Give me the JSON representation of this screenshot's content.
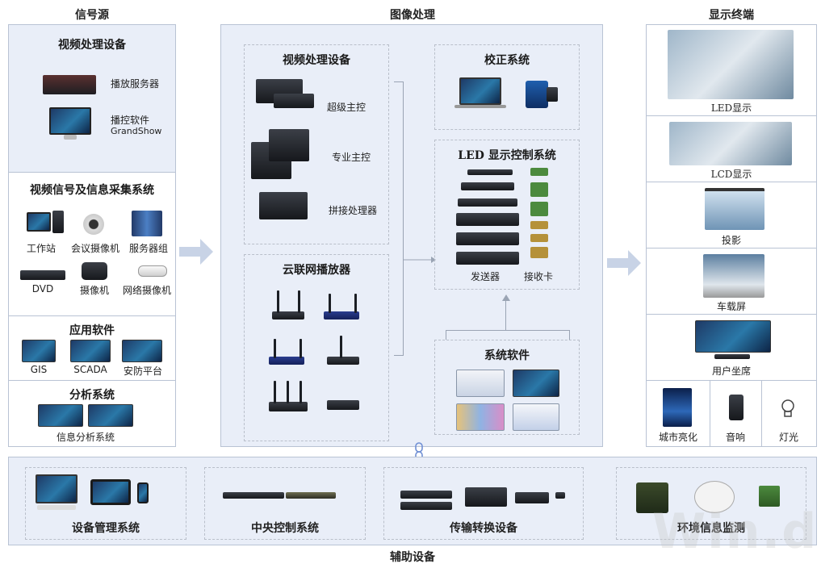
{
  "headers": {
    "signal_source": "信号源",
    "image_processing": "图像处理",
    "display_terminal": "显示终端",
    "auxiliary": "辅助设备"
  },
  "signal_source": {
    "video_processing": {
      "title": "视频处理设备",
      "items": [
        "播放服务器",
        "播控软件",
        "GrandShow"
      ]
    },
    "capture": {
      "title": "视频信号及信息采集系统",
      "items": [
        "工作站",
        "会议摄像机",
        "服务器组",
        "DVD",
        "摄像机",
        "网络摄像机"
      ]
    },
    "apps": {
      "title": "应用软件",
      "items": [
        "GIS",
        "SCADA",
        "安防平台"
      ]
    },
    "analysis": {
      "title": "分析系统",
      "items": [
        "信息分析系统"
      ]
    }
  },
  "image_processing": {
    "video_devices": {
      "title": "视频处理设备",
      "items": [
        "超级主控",
        "专业主控",
        "拼接处理器"
      ]
    },
    "cloud_player": {
      "title": "云联网播放器"
    },
    "calibration": {
      "title": "校正系统"
    },
    "led_control": {
      "title": "LED 显示控制系统",
      "items": [
        "发送器",
        "接收卡"
      ]
    },
    "software": {
      "title": "系统软件"
    }
  },
  "display_terminal": {
    "items": [
      "LED显示",
      "LCD显示",
      "投影",
      "车载屏",
      "用户坐席"
    ],
    "bottom": [
      "城市亮化",
      "音响",
      "灯光"
    ]
  },
  "auxiliary": {
    "items": [
      "设备管理系统",
      "中央控制系统",
      "传输转换设备",
      "环境信息监测"
    ]
  },
  "watermark": "Win.d",
  "colors": {
    "panel_fill": "#e9eef8",
    "border": "#b9c3d4",
    "arrow": "#c8d3e6",
    "connector": "#6f8fd4"
  },
  "icons": [
    "monitor-icon",
    "camera-icon",
    "router-icon",
    "projector-icon",
    "speaker-icon",
    "bulb-icon"
  ]
}
